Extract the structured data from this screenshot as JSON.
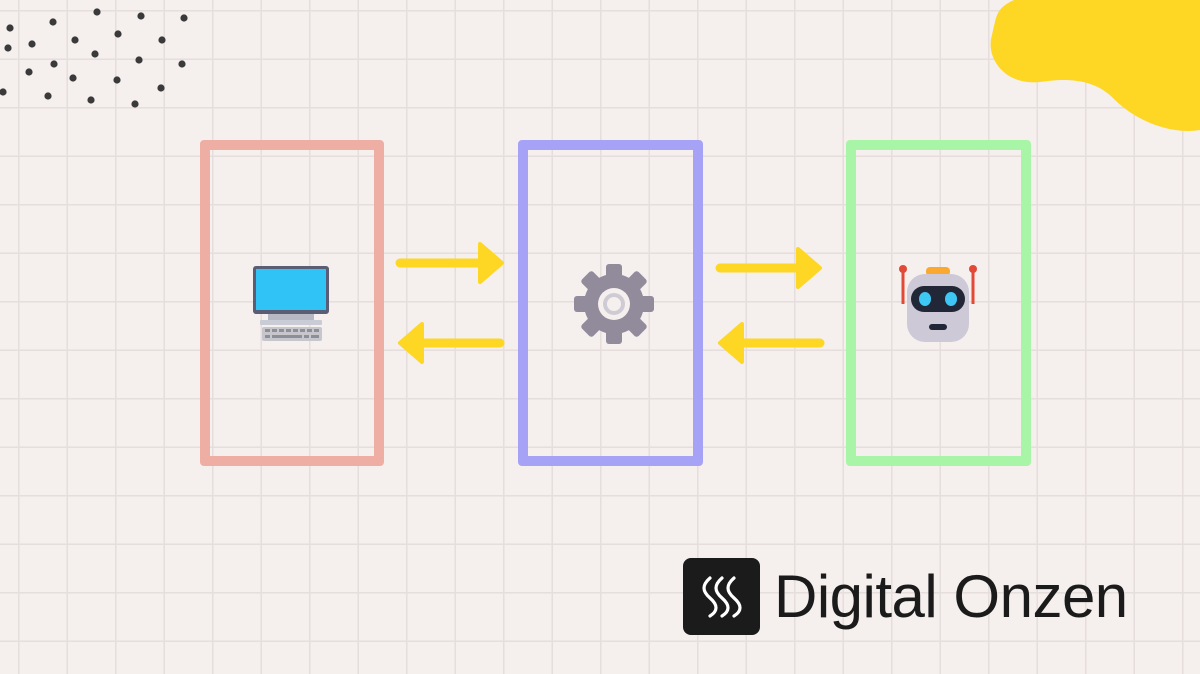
{
  "brand": {
    "name": "Digital Onzen",
    "logo_icon": "steam-waves-icon"
  },
  "colors": {
    "background": "#f5efee",
    "box_computer": "#efaea3",
    "box_processor": "#a6a3f6",
    "box_robot": "#a9f5a7",
    "arrows": "#fdd724",
    "blob": "#fdd724",
    "dots": "#3a3a3a"
  },
  "nodes": [
    {
      "id": "computer",
      "icon": "desktop-computer-icon"
    },
    {
      "id": "processor",
      "icon": "gear-icon"
    },
    {
      "id": "robot",
      "icon": "robot-icon"
    }
  ],
  "edges": [
    {
      "from": "computer",
      "to": "processor"
    },
    {
      "from": "processor",
      "to": "computer"
    },
    {
      "from": "processor",
      "to": "robot"
    },
    {
      "from": "robot",
      "to": "processor"
    }
  ]
}
